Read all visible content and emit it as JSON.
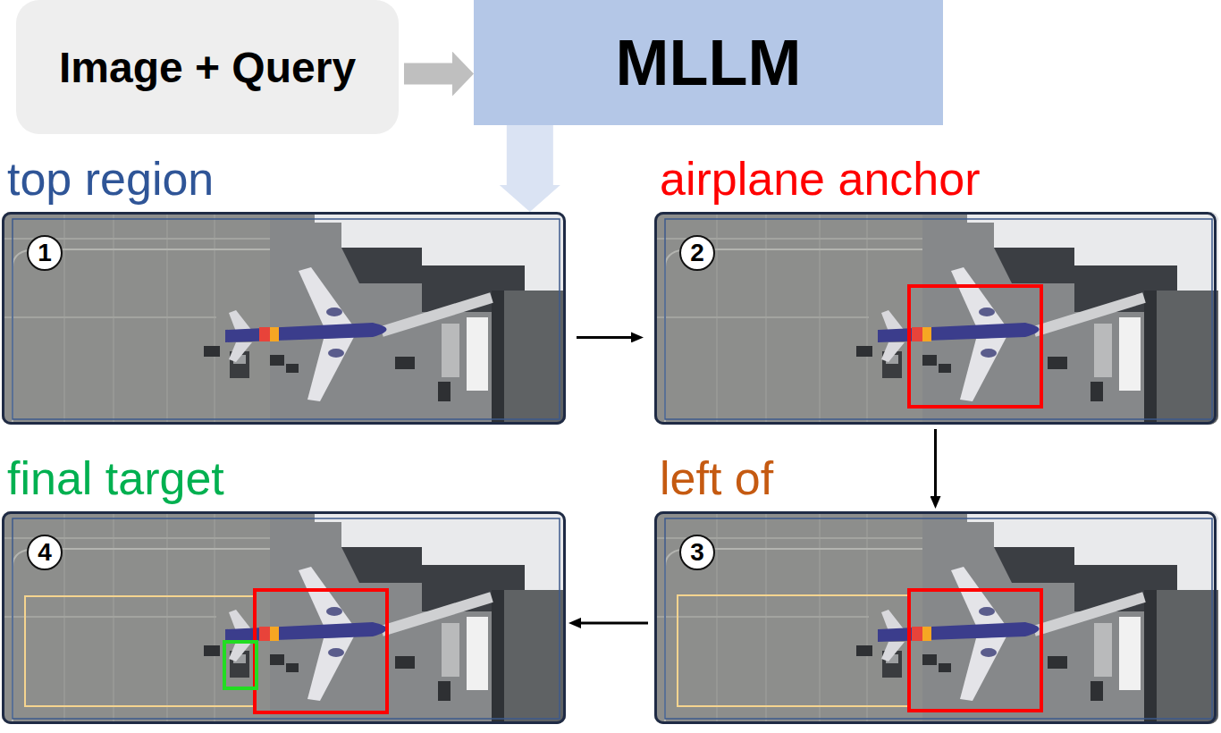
{
  "diagram": {
    "nodes": [
      {
        "text": [
          "Image + Query"
        ]
      },
      {
        "text": [
          "MLLM"
        ]
      },
      {
        "text": [
          "top region"
        ]
      },
      {
        "text": [
          "1"
        ],
        "in": 2
      },
      {
        "text": [
          "airplane anchor"
        ]
      },
      {
        "text": [
          "2"
        ],
        "in": 4
      },
      {
        "text": [
          "final target"
        ]
      },
      {
        "text": [
          "4"
        ],
        "in": 6
      },
      {
        "text": [
          "left of"
        ]
      },
      {
        "text": [
          "3"
        ],
        "in": 8
      }
    ],
    "edges": [
      {
        "from": 0,
        "to": 1,
        "arrow": "to"
      },
      {
        "from": 1,
        "to": 2,
        "arrow": "to"
      },
      {
        "from": 2,
        "to": 4,
        "arrow": "to"
      },
      {
        "from": 4,
        "to": 8,
        "arrow": "to"
      },
      {
        "from": 8,
        "to": 6,
        "arrow": "to"
      }
    ]
  }
}
